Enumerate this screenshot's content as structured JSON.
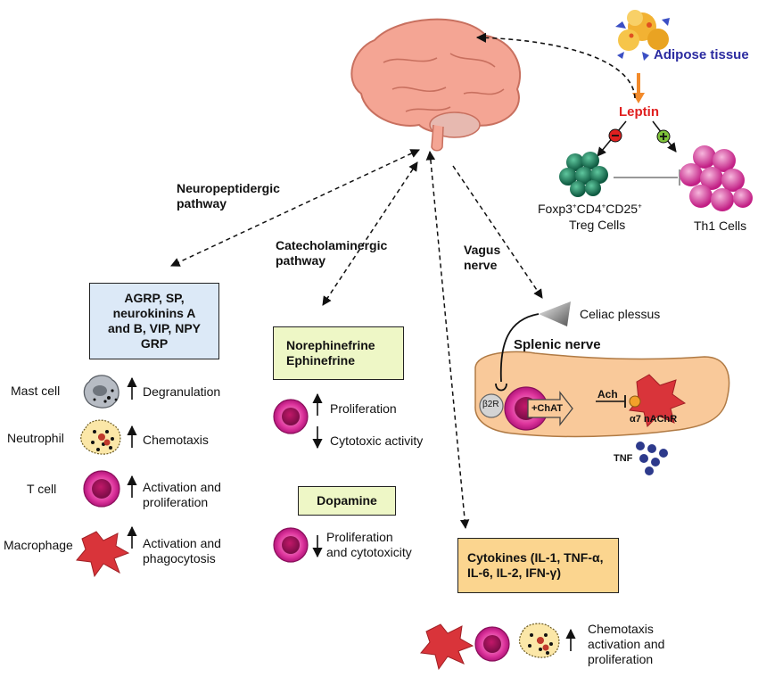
{
  "adipose": {
    "label": "Adipose tissue"
  },
  "leptin": {
    "label": "Leptin",
    "minus": "−",
    "plus": "+"
  },
  "treg": {
    "name": "Foxp3",
    "mid": "CD4",
    "tail": "CD25",
    "sup": "+",
    "line2": "Treg Cells"
  },
  "th1": {
    "label": "Th1 Cells"
  },
  "pathways": {
    "neuropeptidergic": "Neuropeptidergic\npathway",
    "catecholaminergic": "Catecholaminergic\npathway",
    "vagus": "Vagus\nnerve"
  },
  "neuropeptide_box": {
    "text": "AGRP, SP,\nneurokinins A\nand B, VIP, NPY\nGRP"
  },
  "cells_left": [
    {
      "name": "Mast cell",
      "effect": "Degranulation"
    },
    {
      "name": "Neutrophil",
      "effect": "Chemotaxis"
    },
    {
      "name": "T cell",
      "effect": "Activation and\nproliferation"
    },
    {
      "name": "Macrophage",
      "effect": "Activation and\nphagocytosis"
    }
  ],
  "catecholamine_box": {
    "text": "Norephinefrine\nEphinefrine"
  },
  "catecholamine_effects": {
    "up": "Proliferation",
    "down": "Cytotoxic activity"
  },
  "dopamine_box": {
    "text": "Dopamine"
  },
  "dopamine_effect": {
    "text": "Proliferation\nand cytotoxicity"
  },
  "spleen": {
    "celiac": "Celiac plessus",
    "splenic_nerve": "Splenic nerve",
    "b2r": "β2R",
    "chat": "+ChAT",
    "ach": "Ach",
    "a7": "α7 nAChR",
    "tnf": "TNF"
  },
  "cytokines_box": {
    "text": "Cytokines (IL-1, TNF-α,\nIL-6, IL-2, IFN-γ)"
  },
  "bottom_effect": {
    "text": "Chemotaxis\nactivation and\nproliferation"
  },
  "colors": {
    "brain": "#f4a594",
    "blue_box": "#dce9f7",
    "green_box": "#eef7c6",
    "orange_box": "#fbd58f",
    "spleen": "#f9c99a",
    "tcell": "#e0389f",
    "treg": "#1f7a5c",
    "macrophage": "#d9343a",
    "leptin": "#e02020",
    "adipose_label": "#2b2ba0"
  }
}
